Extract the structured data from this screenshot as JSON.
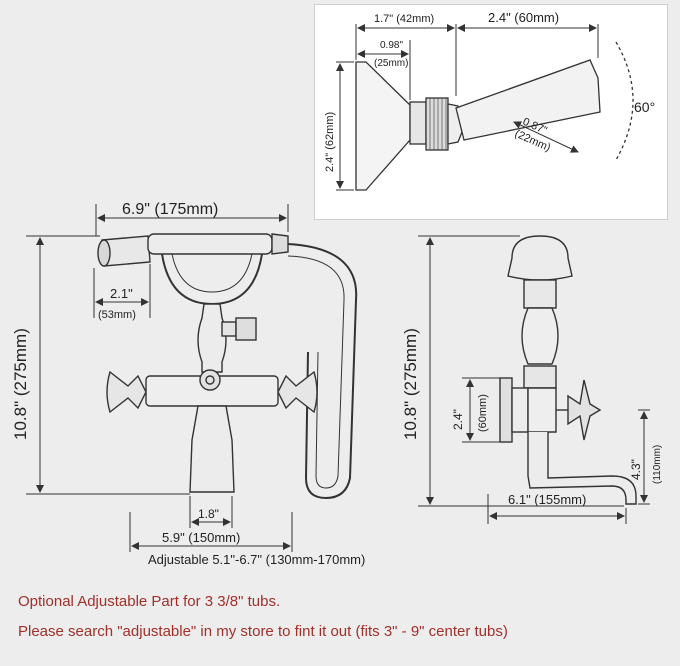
{
  "inset": {
    "dim_top_left": "1.7\" (42mm)",
    "dim_top_right": "2.4\" (60mm)",
    "dim_base_in": "0.98\"",
    "dim_base_mm": "(25mm)",
    "dim_height": "2.4\" (62mm)",
    "dim_stub_in": "0.87\"",
    "dim_stub_mm": "(22mm)",
    "angle": "60°"
  },
  "front": {
    "dim_handset_width": "6.9\" (175mm)",
    "dim_handset_end_in": "2.1\"",
    "dim_handset_end_mm": "(53mm)",
    "dim_height": "10.8\" (275mm)",
    "dim_spout_in": "1.8\"",
    "dim_center": "5.9\" (150mm)",
    "dim_adjustable": "Adjustable 5.1\"-6.7\" (130mm-170mm)"
  },
  "side": {
    "dim_height": "10.8\" (275mm)",
    "dim_mount_in": "2.4\"",
    "dim_mount_mm": "(60mm)",
    "dim_spout_drop_in": "4.3\"",
    "dim_spout_drop_mm": "(110mm)",
    "dim_spout_reach": "6.1\" (155mm)"
  },
  "notes": {
    "line1": "Optional Adjustable Part for 3 3/8\" tubs.",
    "line2": "Please search \"adjustable\" in my store to fint it out (fits 3\" - 9\" center tubs)"
  },
  "colors": {
    "note_text": "#a0302a",
    "line": "#333333",
    "background": "#ededed"
  }
}
